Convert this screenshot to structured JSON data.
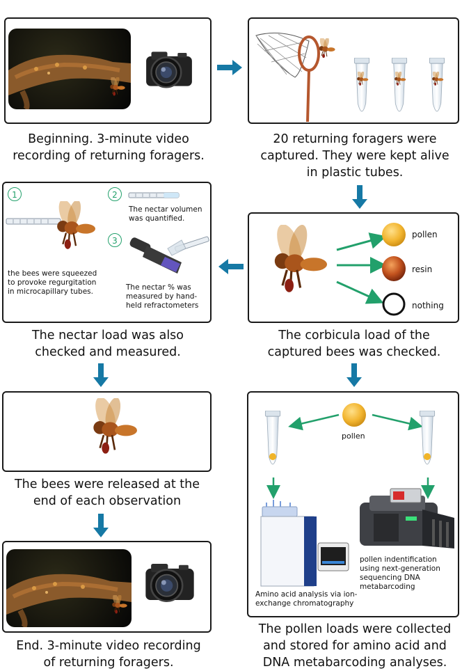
{
  "captions": {
    "beginning": "Beginning. 3-minute video recording of returning foragers.",
    "captured": "20 returning foragers were captured. They were kept alive in plastic tubes.",
    "nectar": "The nectar load was also checked and measured.",
    "corbicula": "The corbicula load of the captured bees was checked.",
    "released": "The bees were released at the end of each observation",
    "pollen_loads": "The pollen loads were collected and stored for amino acid and DNA metabarcoding analyses.",
    "end": "End. 3-minute video recording of returning foragers."
  },
  "nectar_panel": {
    "step1_num": "1",
    "step2_num": "2",
    "step3_num": "3",
    "step1_text": "the bees were squeezed to provoke regurgitation in microcapillary tubes.",
    "step2_text": "The nectar volumen was quantified.",
    "step3_text": "The nectar % was measured by hand-held refractometers"
  },
  "corbicula_panel": {
    "pollen": "pollen",
    "resin": "resin",
    "nothing": "nothing"
  },
  "analysis_panel": {
    "pollen": "pollen",
    "amino": "Amino acid analysis via ion-exchange chromatography",
    "dna": "pollen indentification using next-generation sequencing DNA metabarcoding"
  },
  "colors": {
    "flow_arrow": "#1679a5",
    "green_arrow": "#22a06b",
    "pollen": "#f0b429",
    "resin": "#b5441b",
    "bee": "#c8752a"
  }
}
